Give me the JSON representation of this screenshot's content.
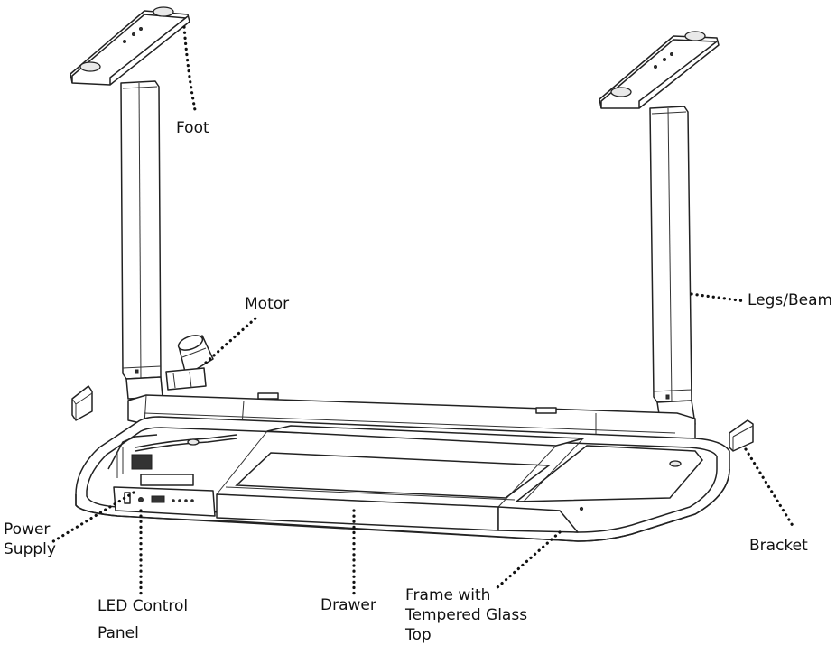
{
  "labels": {
    "foot": "Foot",
    "motor": "Motor",
    "legs_beam": "Legs/Beam",
    "power_supply": [
      "Power",
      "Supply"
    ],
    "led_control_panel": [
      "LED Control",
      "Panel"
    ],
    "drawer": "Drawer",
    "frame_glass_top": [
      "Frame with",
      "Tempered Glass",
      "Top"
    ],
    "bracket": "Bracket"
  }
}
